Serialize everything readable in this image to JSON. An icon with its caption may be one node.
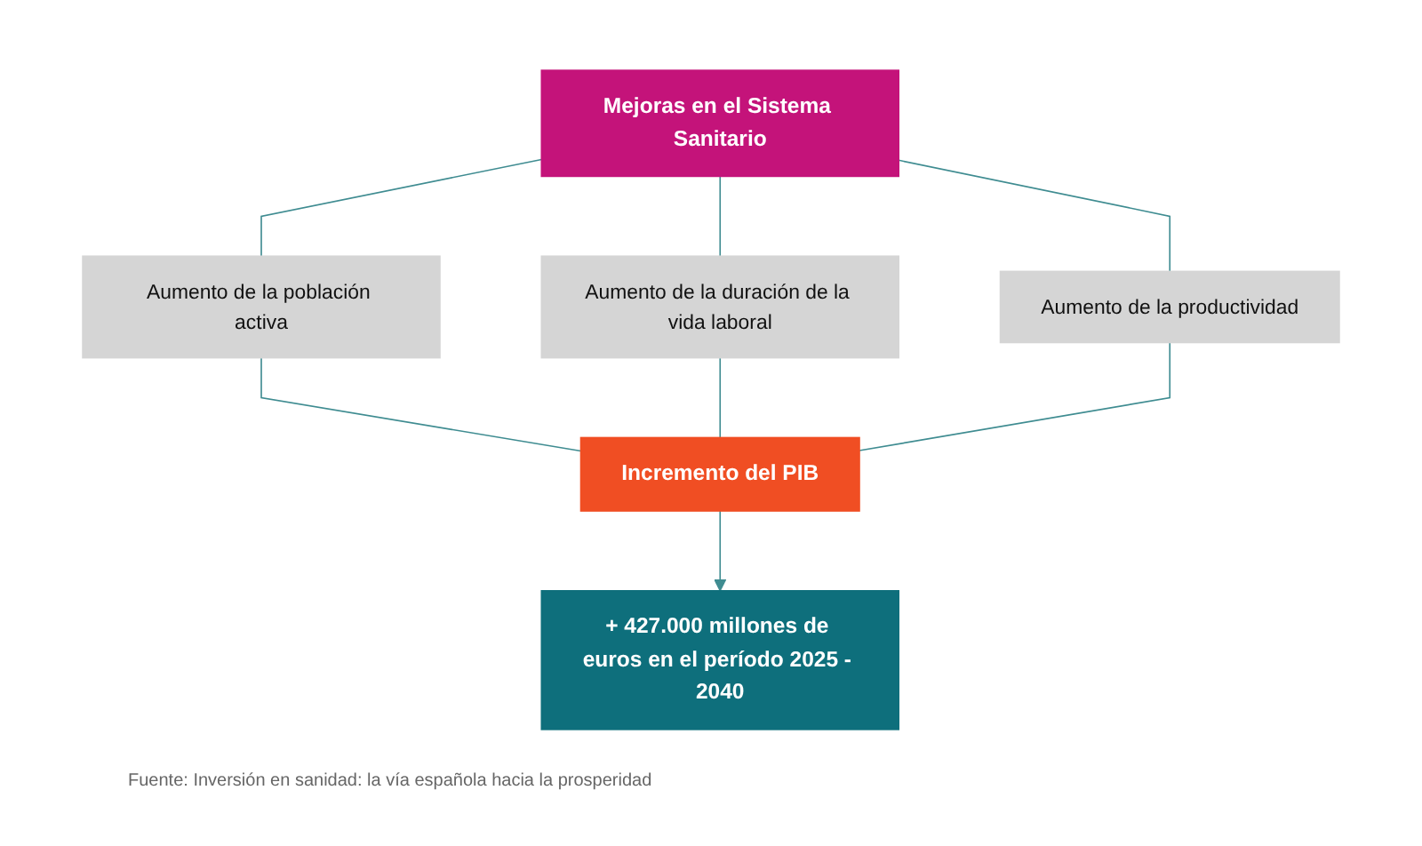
{
  "diagram": {
    "caption": "Fuente: Inversión en sanidad: la vía española hacia la prosperidad",
    "nodes": [
      {
        "text": [
          "Mejoras en el Sistema Sanitario"
        ]
      },
      {
        "text": [
          "Aumento de la población activa"
        ]
      },
      {
        "text": [
          "Aumento de la duración de la vida laboral"
        ]
      },
      {
        "text": [
          "Aumento de la productividad"
        ]
      },
      {
        "text": [
          "Incremento del PIB"
        ]
      },
      {
        "text": [
          "+ 427.000 millones de euros en el período 2025 - 2040"
        ]
      }
    ],
    "edges": [
      {
        "from": 0,
        "to": 1,
        "arrow": "none"
      },
      {
        "from": 0,
        "to": 2,
        "arrow": "none"
      },
      {
        "from": 0,
        "to": 3,
        "arrow": "none"
      },
      {
        "from": 1,
        "to": 4,
        "arrow": "none"
      },
      {
        "from": 2,
        "to": 4,
        "arrow": "none"
      },
      {
        "from": 3,
        "to": 4,
        "arrow": "none"
      },
      {
        "from": 4,
        "to": 5,
        "arrow": "to"
      }
    ]
  }
}
